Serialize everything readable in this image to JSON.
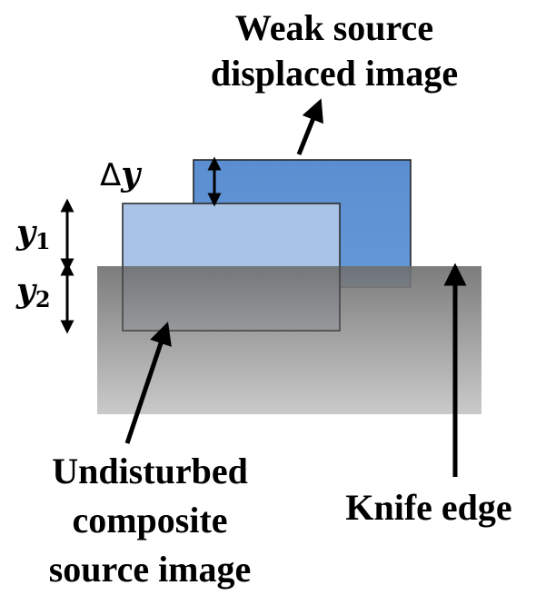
{
  "labels": {
    "weak_source_line1": "Weak source",
    "weak_source_line2": "displaced image",
    "delta_symbol": "Δ",
    "delta_var": "y",
    "y1_var": "y",
    "y1_sub": "1",
    "y2_var": "y",
    "y2_sub": "2",
    "undisturbed_line1": "Undisturbed",
    "undisturbed_line2": "composite",
    "undisturbed_line3": "source image",
    "knife_edge": "Knife edge"
  },
  "colors": {
    "weak_image_fill": "#5b8fd0",
    "composite_image_fill": "#a9c3e6",
    "knife_edge_top": "#6e6e6e",
    "knife_edge_bottom": "#c2c2c2",
    "outline": "#1a1a1a"
  }
}
